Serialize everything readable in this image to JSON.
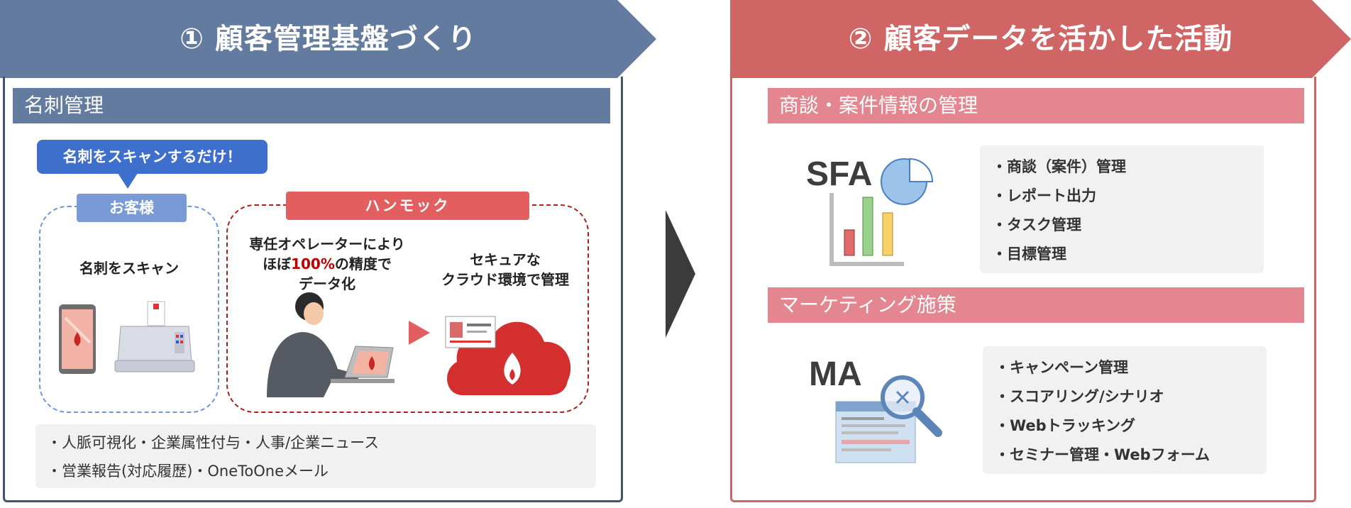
{
  "left": {
    "banner": "① 顧客管理基盤づくり",
    "section_title": "名刺管理",
    "speech": "名刺をスキャンするだけ！",
    "customer_tag": "お客様",
    "customer_text": "名刺をスキャン",
    "hanmoc_tag": "ハンモック",
    "operator_lines": [
      "専任オペレーターにより",
      "ほぼ",
      "100%",
      "の精度で",
      "データ化"
    ],
    "cloud_lines": [
      "セキュアな",
      "クラウド環境で管理"
    ],
    "bullets": [
      "・人脈可視化・企業属性付与・人事/企業ニュース",
      "・営業報告(対応履歴)・OneToOneメール"
    ]
  },
  "right": {
    "banner": "② 顧客データを活かした活動",
    "sections": [
      {
        "title": "商談・案件情報の管理",
        "icon_label": "SFA",
        "items": [
          "・商談（案件）管理",
          "・レポート出力",
          "・タスク管理",
          "・目標管理"
        ]
      },
      {
        "title": "マーケティング施策",
        "icon_label": "MA",
        "items": [
          "・キャンペーン管理",
          "・スコアリング/シナリオ",
          "・Webトラッキング",
          "・セミナー管理・Webフォーム"
        ]
      }
    ]
  },
  "colors": {
    "navy": "#637b9e",
    "red_banner": "#cf6565",
    "pink_header": "#e38690",
    "blue_accent": "#3f6fcd",
    "red_accent": "#c00000"
  }
}
